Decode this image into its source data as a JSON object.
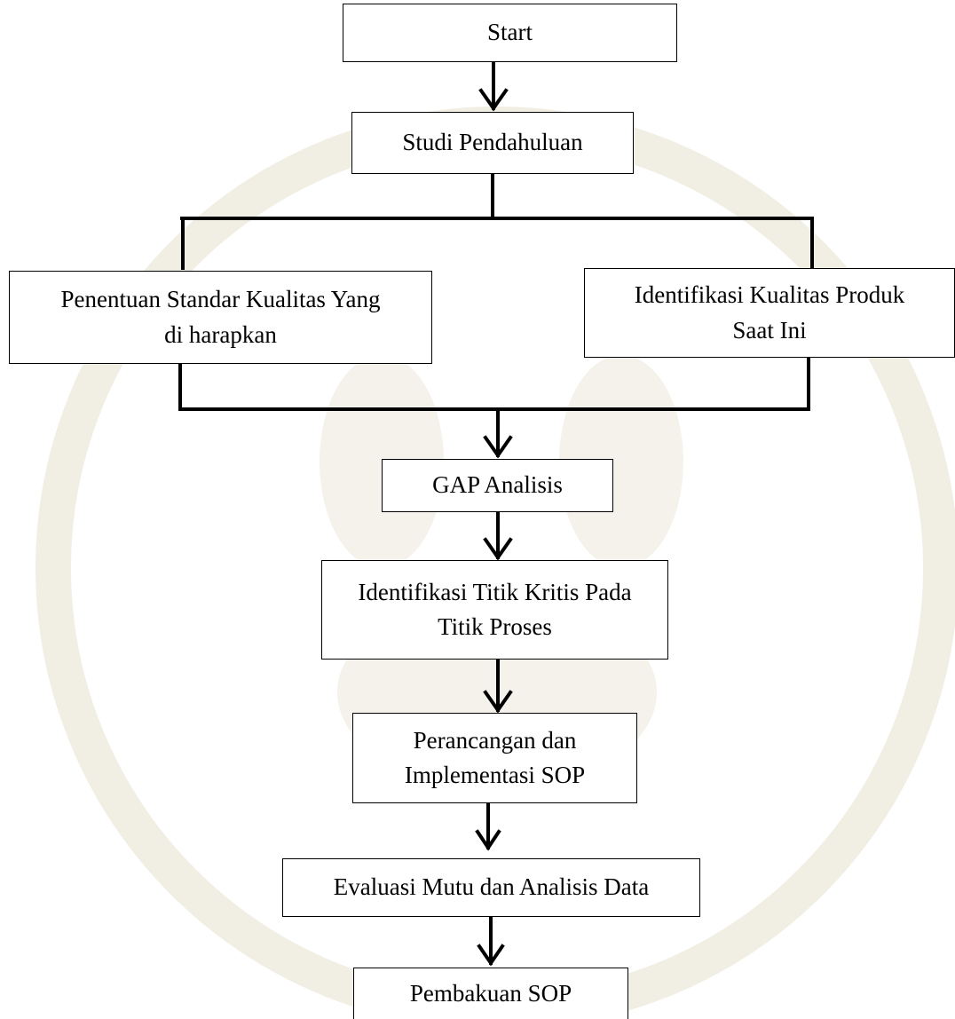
{
  "colors": {
    "line": "#000000",
    "box_border": "#000000",
    "background": "#ffffff",
    "watermark": "#f1efe4"
  },
  "nodes": {
    "start": "Start",
    "studi": "Studi Pendahuluan",
    "penentuan": "Penentuan Standar Kualitas Yang di harapkan",
    "identifikasi_kualitas": "Identifikasi Kualitas Produk Saat Ini",
    "gap": "GAP Analisis",
    "titik_kritis": "Identifikasi Titik Kritis Pada Titik Proses",
    "perancangan": "Perancangan dan Implementasi SOP",
    "evaluasi": "Evaluasi Mutu dan Analisis Data",
    "pembakuan": "Pembakuan SOP"
  },
  "lines": {
    "penentuan_1": "Penentuan Standar Kualitas Yang",
    "penentuan_2": "di harapkan",
    "identifikasi_kualitas_1": "Identifikasi Kualitas Produk",
    "identifikasi_kualitas_2": "Saat Ini",
    "titik_kritis_1": "Identifikasi Titik Kritis Pada",
    "titik_kritis_2": "Titik Proses",
    "perancangan_1": "Perancangan dan",
    "perancangan_2": "Implementasi SOP"
  }
}
